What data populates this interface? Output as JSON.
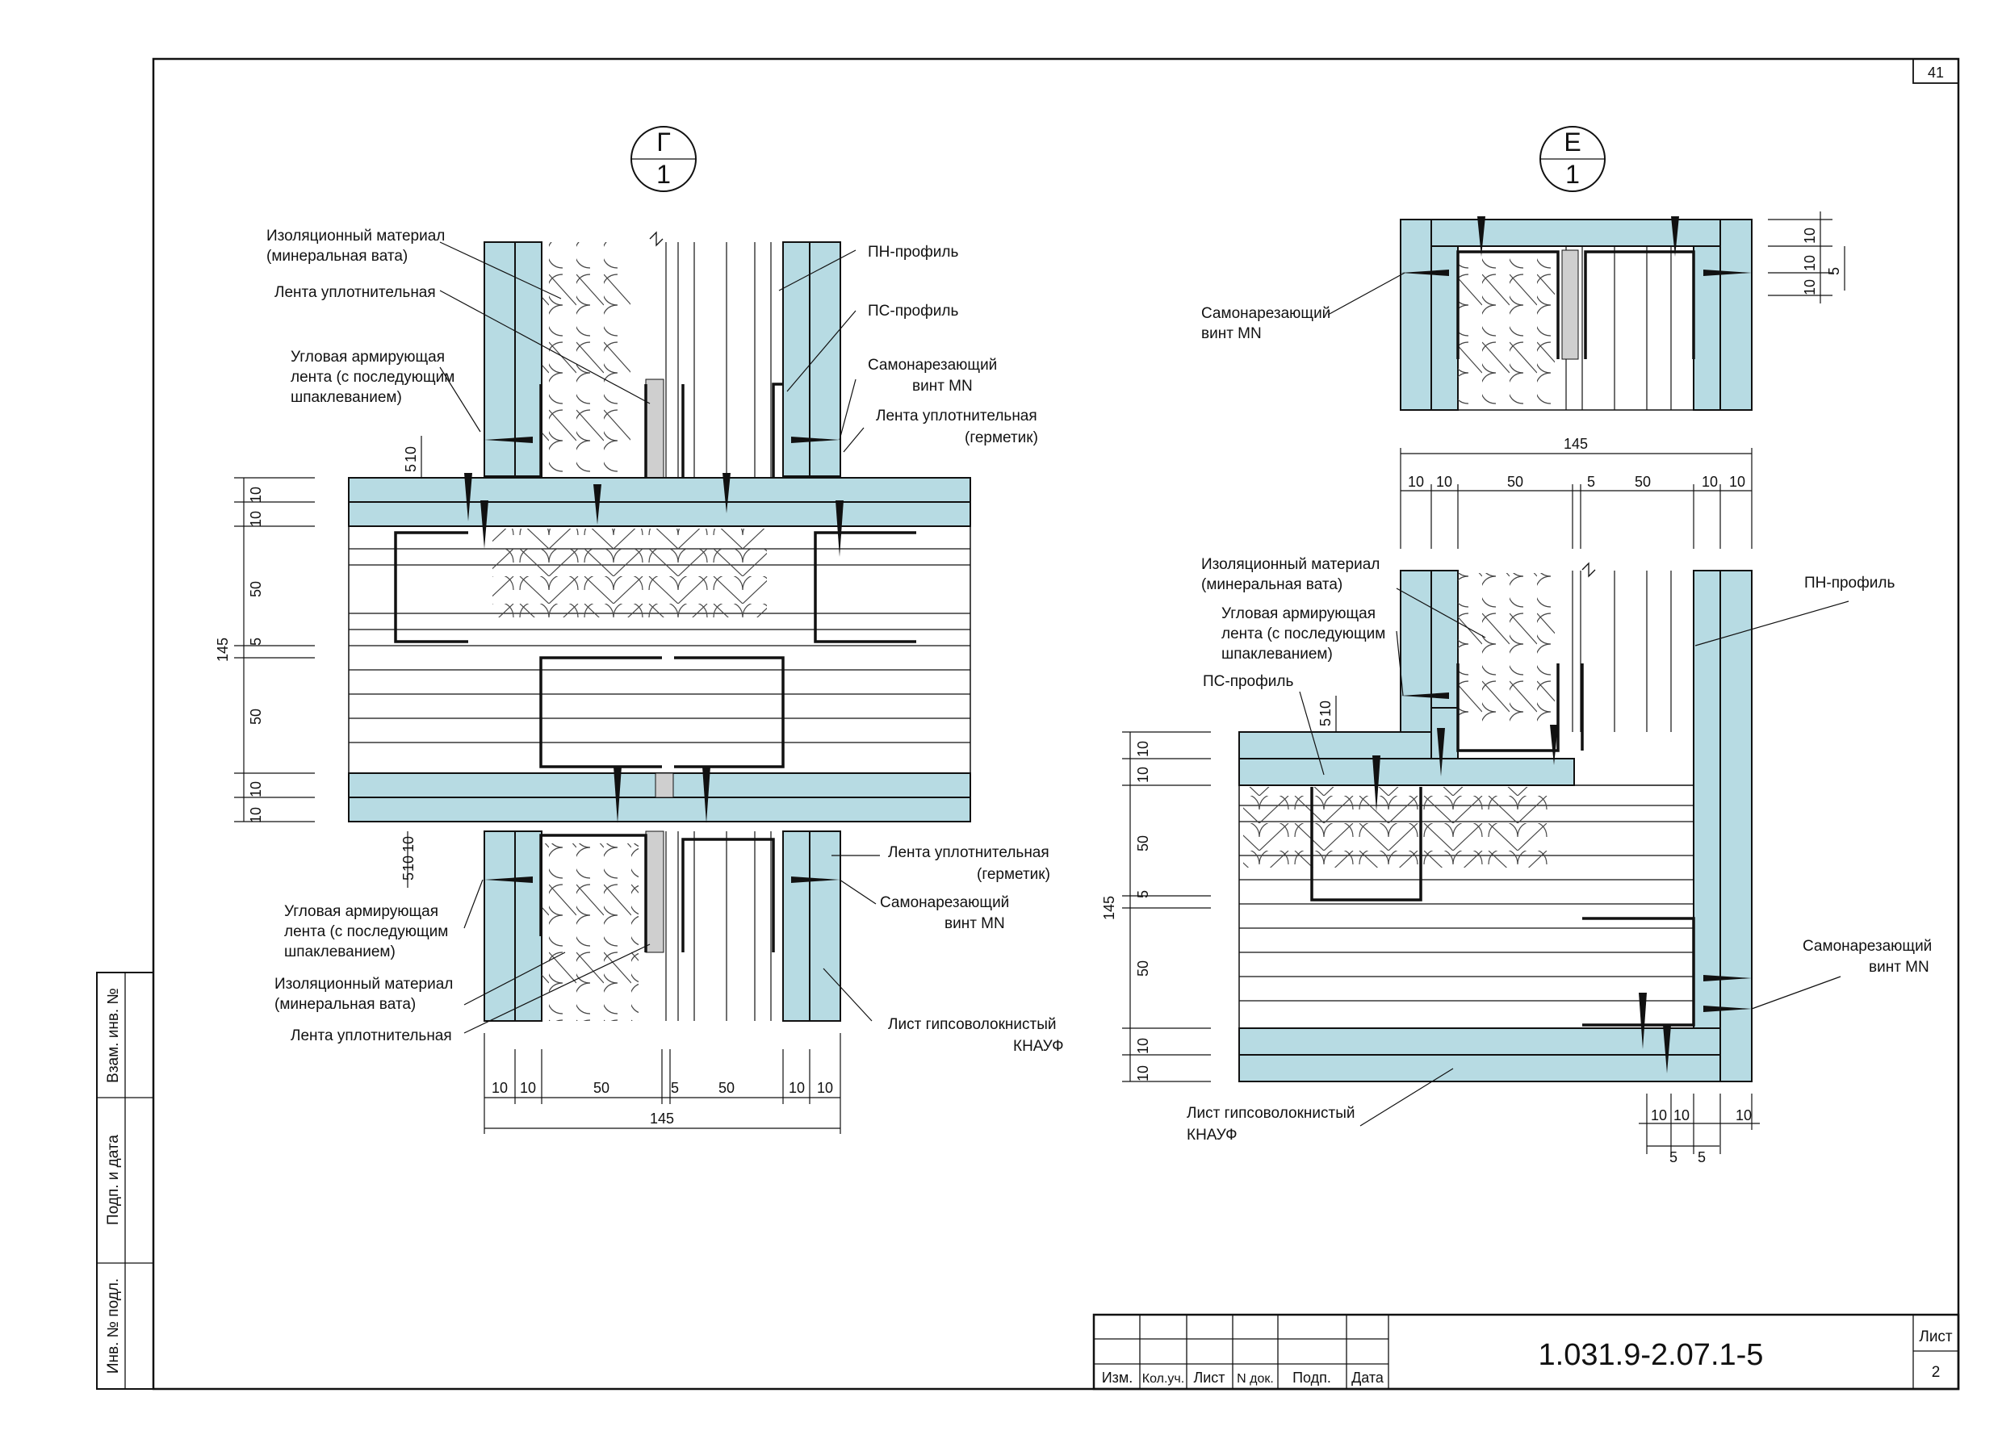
{
  "sheet": {
    "corner_number": "41",
    "drawing_code": "1.031.9-2.07.1-5",
    "sheet_label": "Лист",
    "sheet_number": "2"
  },
  "stamp": {
    "cols": [
      "Изм.",
      "Кол.уч.",
      "Лист",
      "N док.",
      "Подп.",
      "Дата"
    ]
  },
  "side_stamp": {
    "c1": "Взам. инв. №",
    "c2": "Подп. и дата",
    "c3": "Инв. № подл."
  },
  "detail_g": {
    "marker_top": "Г",
    "marker_bottom": "1",
    "labels": {
      "insulation": [
        "Изоляционный материал",
        "(минеральная вата)"
      ],
      "seal_tape": "Лента уплотнительная",
      "corner_tape": [
        "Угловая армирующая",
        "лента (с последующим",
        "шпаклеванием)"
      ],
      "pn_profile": "ПН-профиль",
      "ps_profile": "ПС-профиль",
      "screw": [
        "Самонарезающий",
        "винт MN"
      ],
      "seal_tape_sealant": [
        "Лента уплотнительная",
        "(герметик)"
      ],
      "seal_tape_sealant_2": [
        "Лента уплотнительная",
        "(герметик)"
      ],
      "screw_2": [
        "Самонарезающий",
        "винт MN"
      ],
      "corner_tape_2": [
        "Угловая армирующая",
        "лента (с последующим",
        "шпаклеванием)"
      ],
      "insulation_2": [
        "Изоляционный материал",
        "(минеральная вата)"
      ],
      "seal_tape_2": "Лента уплотнительная",
      "board": [
        "Лист гипсоволокнистый",
        "КНАУФ"
      ]
    },
    "dims_left": [
      "10",
      "10",
      "50",
      "5",
      "50",
      "10",
      "10",
      "145"
    ],
    "dims_small": [
      "5",
      "10",
      "10",
      "10",
      "5"
    ],
    "dims_bottom": [
      "10",
      "10",
      "50",
      "5",
      "50",
      "10",
      "10",
      "145"
    ]
  },
  "detail_e": {
    "marker_top": "Е",
    "marker_bottom": "1",
    "labels": {
      "screw": [
        "Самонарезающий",
        "винт MN"
      ],
      "insulation": [
        "Изоляционный материал",
        "(минеральная вата)"
      ],
      "corner_tape": [
        "Угловая армирующая",
        "лента (с последующим",
        "шпаклеванием)"
      ],
      "ps_profile": "ПС-профиль",
      "pn_profile": "ПН-профиль",
      "screw_2": [
        "Самонарезающий",
        "винт MN"
      ],
      "board": [
        "Лист гипсоволокнистый",
        "КНАУФ"
      ]
    },
    "dims_top_right": [
      "10",
      "10",
      "10",
      "5"
    ],
    "dims_top": [
      "145",
      "10",
      "10",
      "50",
      "5",
      "50",
      "10",
      "10"
    ],
    "dims_left": [
      "5",
      "10",
      "10",
      "10",
      "50",
      "5",
      "145",
      "50",
      "10",
      "10"
    ],
    "dims_bottom": [
      "10",
      "10",
      "10",
      "5",
      "5"
    ]
  }
}
